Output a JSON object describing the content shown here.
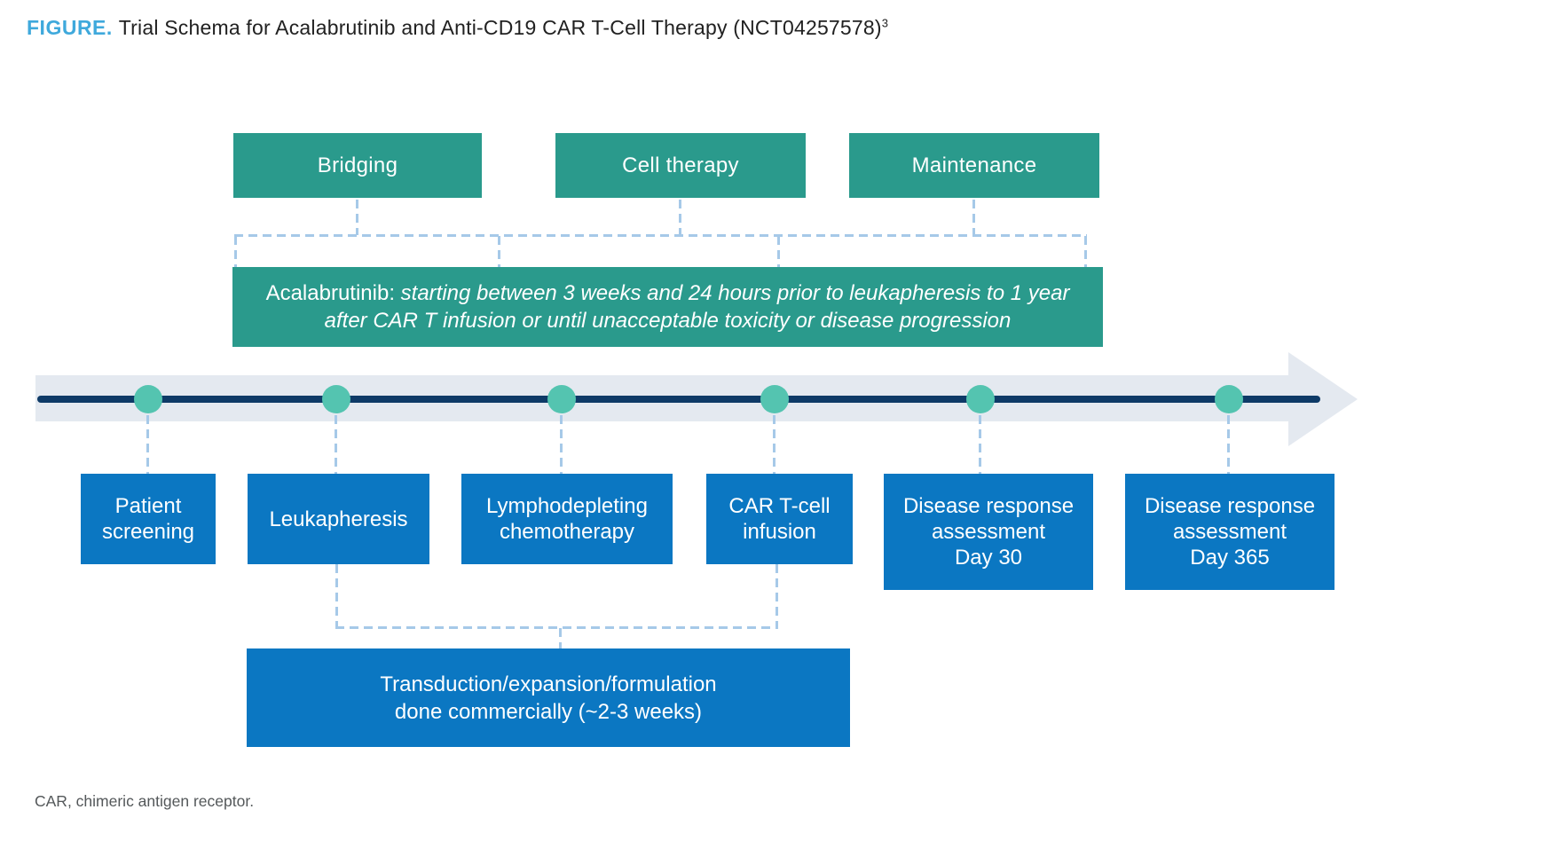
{
  "title": {
    "label": "FIGURE.",
    "text": "Trial Schema for Acalabrutinib and Anti-CD19 CAR T-Cell Therapy (NCT04257578)",
    "superscript": "3"
  },
  "phases": [
    {
      "label": "Bridging"
    },
    {
      "label": "Cell therapy"
    },
    {
      "label": "Maintenance"
    }
  ],
  "acalabrutinib": {
    "prefix": "Acalabrutinib: ",
    "detail": "starting between 3 weeks and 24 hours prior to leukapheresis to 1 year after CAR T infusion or until unacceptable toxicity or disease progression"
  },
  "events": [
    {
      "label": "Patient\nscreening"
    },
    {
      "label": "Leukapheresis"
    },
    {
      "label": "Lymphodepleting\nchemotherapy"
    },
    {
      "label": "CAR T-cell\ninfusion"
    },
    {
      "label": "Disease response\nassessment\nDay 30"
    },
    {
      "label": "Disease response\nassessment\nDay 365"
    }
  ],
  "manufacturing": {
    "label": "Transduction/expansion/formulation\ndone commercially (~2-3 weeks)"
  },
  "footnote": "CAR, chimeric antigen receptor.",
  "colors": {
    "phase_teal": "#2A9A8C",
    "event_blue": "#0B77C2",
    "timeline_navy": "#0E3A67",
    "timeline_band": "#E4E9F0",
    "dot_teal": "#54C4B0",
    "connector_blue": "#A6C9E8",
    "figure_label_blue": "#3FA9DC",
    "footnote_gray": "#54585A"
  }
}
